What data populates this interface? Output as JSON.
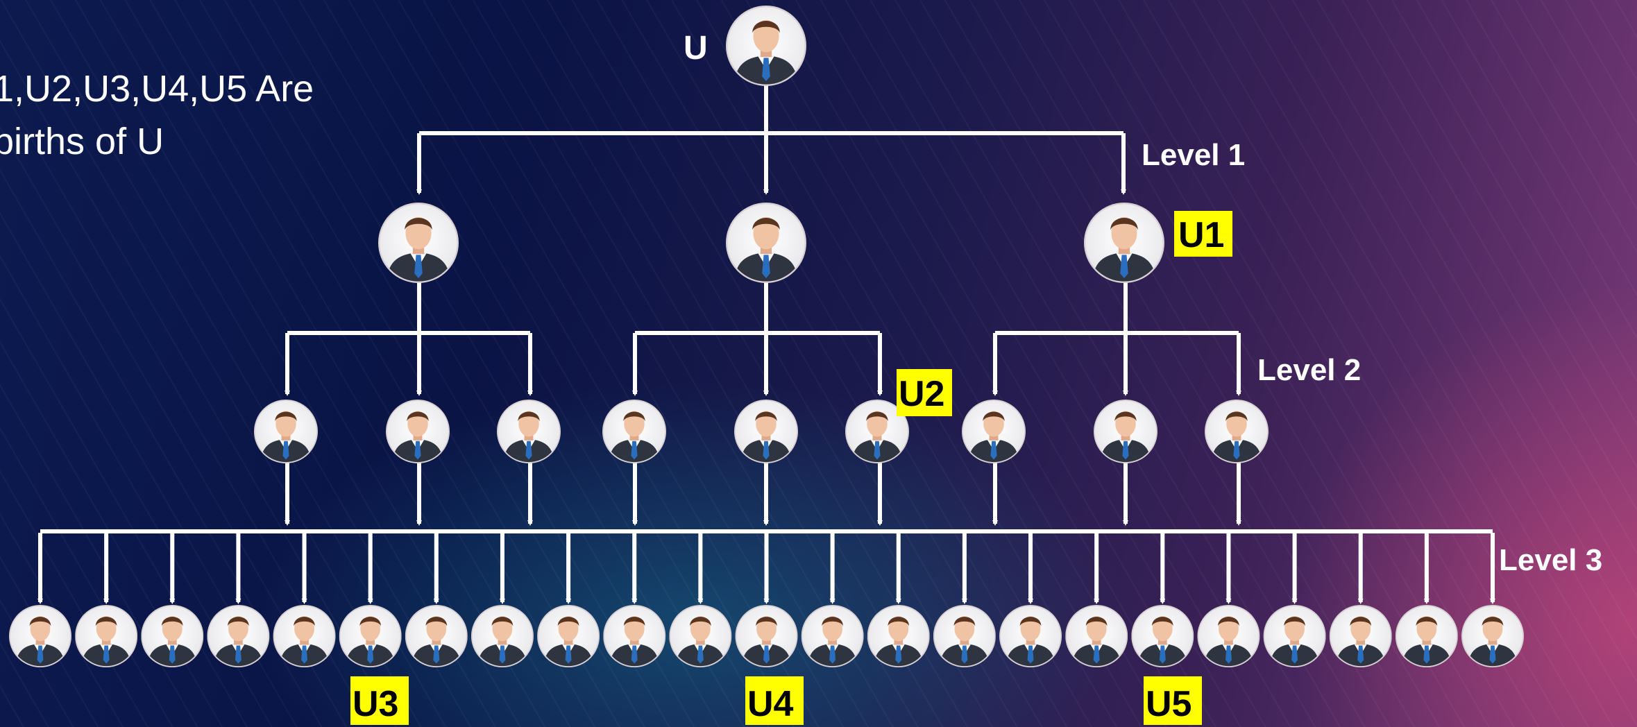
{
  "intro": {
    "line1": "1,U2,U3,U4,U5 Are",
    "line2": "births of U"
  },
  "root_label": "U",
  "level_labels": [
    "Level 1",
    "Level 2",
    "Level 3"
  ],
  "tags": {
    "u1": "U1",
    "u2": "U2",
    "u3": "U3",
    "u4": "U4",
    "u5": "U5"
  },
  "colors": {
    "tag_background": "#ffff00",
    "connector": "#ffffff",
    "node_ring": "#ffffff"
  },
  "icons": {
    "node": "businessman-avatar-icon"
  },
  "structure": {
    "level1_count": 3,
    "level2_count": 9,
    "level3_count": 23
  }
}
